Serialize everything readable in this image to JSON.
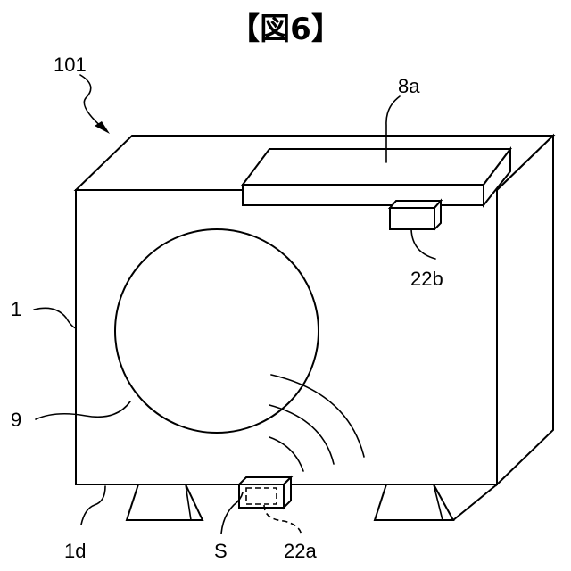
{
  "figure": {
    "title": "【図6】",
    "labels": {
      "unit": "101",
      "duct": "8a",
      "sensor_top": "22b",
      "casing": "1",
      "fan": "9",
      "bottom_face": "1d",
      "space": "S",
      "sensor_bottom": "22a"
    }
  }
}
